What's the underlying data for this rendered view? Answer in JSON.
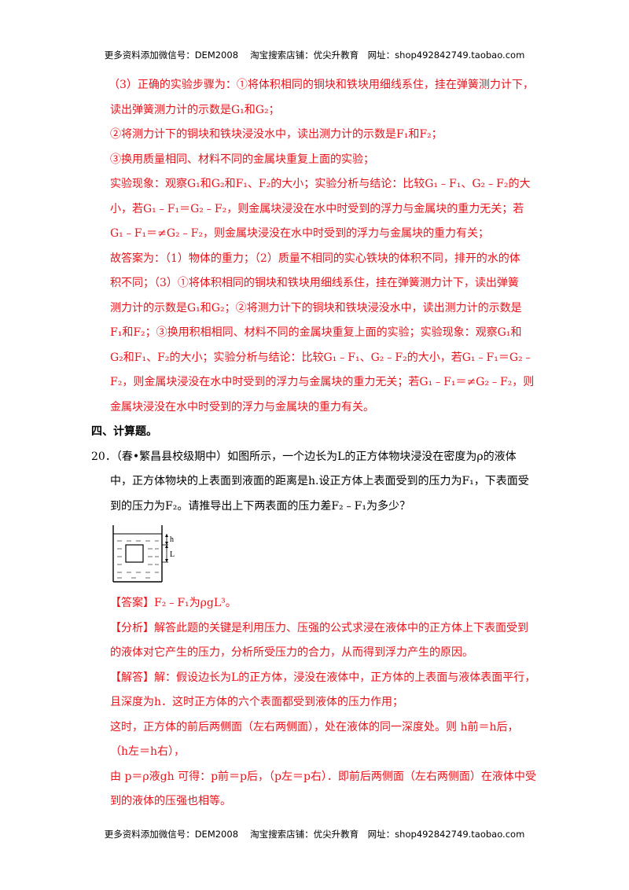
{
  "header": "更多资料添加微信号：DEM2008　 淘宝搜索店铺：优尖升教育　网址：shop492842749.taobao.com",
  "footer": "更多资料添加微信号：DEM2008　 淘宝搜索店铺：优尖升教育　网址：shop492842749.taobao.com",
  "prev_answer": {
    "lines": [
      "（3）正确的实验步骤为：①将体积相同的铜块和铁块用细线系住，挂在弹簧测力计下，",
      "读出弹簧测力计的示数是G₁和G₂；",
      "②将测力计下的铜块和铁块浸没水中，读出测力计的示数是F₁和F₂；",
      "③换用质量相同、材料不同的金属块重复上面的实验；",
      "实验现象：观察G₁和G₂和F₁、F₂的大小；实验分析与结论：比较G₁﹣F₁、G₂﹣F₂的大",
      "小，若G₁﹣F₁＝G₂﹣F₂，则金属块浸没在水中时受到的浮力与金属块的重力无关；若",
      "G₁﹣F₁＝≠G₂﹣F₂，则金属块浸没在水中时受到的浮力与金属块的重力有关；",
      "故答案为：（1）物体的重力；（2）质量不相同的实心铁块的体积不同，排开的水的体",
      "积不同；（3）①将体积相同的铜块和铁块用细线系住，挂在弹簧测力计下，读出弹簧",
      "测力计的示数是G₁和G₂；②将测力计下的铜块和铁块浸没水中，读出测力计的示数是",
      "F₁和F₂；③换用积相相同、材料不同的金属块重复上面的实验；实验现象：观察G₁和",
      "G₂和F₁、F₂的大小；实验分析与结论：比较G₁﹣F₁、G₂﹣F₂的大小，若G₁﹣F₁＝G₂﹣",
      "F₂，则金属块浸没在水中时受到的浮力与金属块的重力无关；若G₁﹣F₁＝≠G₂﹣F₂，则",
      "金属块浸没在水中时受到的浮力与金属块的重力有关。"
    ]
  },
  "section_heading": "四、计算题。",
  "question": {
    "lines": [
      "20．（春•繁昌县校级期中）如图所示，一个边长为L的正方体物块浸没在密度为ρ的液体",
      "中，正方体物块的上表面到液面的距离是h.设正方体上表面受到的压力为F₁，下表面受",
      "到的压力为F₂。请推导出上下两表面的压力差F₂﹣F₁为多少？"
    ],
    "figure_labels": {
      "h": "h",
      "L": "L"
    }
  },
  "answer": {
    "lines": [
      "【答案】F₂﹣F₁为ρgL³。",
      "【分析】解答此题的关键是利用压力、压强的公式求浸在液体中的正方体上下表面受到",
      "的液体对它产生的压力，分析所受压力的合力，从而得到浮力产生的原因。",
      "【解答】解：假设边长为L的正方体，浸没在液体中，正方体的上表面与液体表面平行，",
      "且深度为h．这时正方体的六个表面都受到液体的压力作用；",
      "这时，正方体的前后两侧面（左右两侧面），处在液体的同一深度处。则 h前＝h后，",
      "（h左＝h右），",
      "由 p＝ρ液gh 可得：p前＝p后，（p左＝p右）．即前后两侧面（左右两侧面）在液体中受",
      "到的液体的压强也相等。"
    ]
  },
  "colors": {
    "answer_text": "#e8141b",
    "body_text": "#000000"
  }
}
